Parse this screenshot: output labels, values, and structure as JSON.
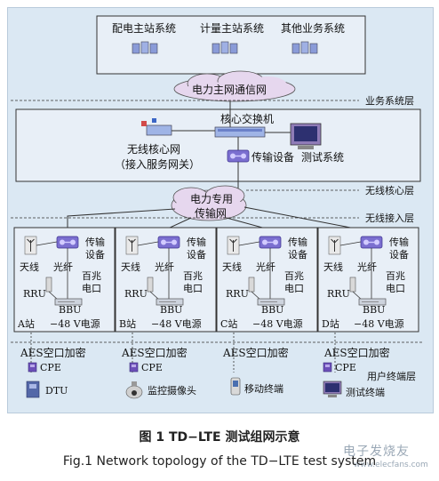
{
  "top": {
    "systems": [
      "配电主站系统",
      "计量主站系统",
      "其他业务系统"
    ],
    "cloud_main": "电力主网通信网",
    "layer_business": "业务系统层"
  },
  "core": {
    "switch": "核心交换机",
    "wireless_core_line1": "无线核心网",
    "wireless_core_line2": "（接入服务网关）",
    "transport": "传输设备",
    "test_system": "测试系统",
    "layer_core": "无线核心层"
  },
  "access": {
    "cloud_line1": "电力专用",
    "cloud_line2": "传输网",
    "layer_access": "无线接入层",
    "labels": {
      "transport_line1": "传输",
      "transport_line2": "设备",
      "antenna": "天线",
      "fiber": "光纤",
      "gb_line1": "百兆",
      "gb_line2": "电口",
      "rru": "RRU",
      "bbu": "BBU",
      "power": "−48 V电源"
    },
    "stations": [
      "A站",
      "B站",
      "C站",
      "D站"
    ]
  },
  "terminals": {
    "aes": "AES空口加密",
    "cpe": "CPE",
    "dtu": "DTU",
    "camera": "监控摄像头",
    "mobile": "移动终端",
    "test_terminal": "测试终端",
    "layer_user": "用户终端层"
  },
  "caption": {
    "cn": "图 1 TD−LTE 测试组网示意",
    "en": "Fig.1 Network topology of the TD−LTE test system"
  },
  "watermark": {
    "main": "电子发烧友",
    "url": "www.elecfans.com"
  },
  "colors": {
    "background": "#dbe8f3",
    "cloud": "#e6d7ee",
    "device": "#7b6fd0",
    "line": "#333333"
  }
}
